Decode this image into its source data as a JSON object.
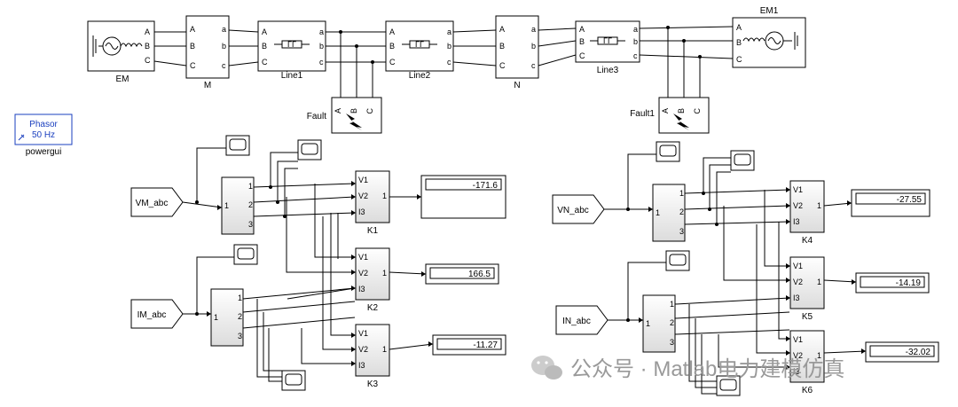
{
  "title": "",
  "powergui": {
    "line1": "Phasor",
    "line2": "50 Hz",
    "name": "powergui"
  },
  "blocks": {
    "em": "EM",
    "em1": "EM1",
    "m": "M",
    "n": "N",
    "line1": "Line1",
    "line2": "Line2",
    "line3": "Line3",
    "fault": "Fault",
    "fault1": "Fault1"
  },
  "ports": {
    "a_up": "A",
    "b_up": "B",
    "c_up": "C",
    "a_lo": "a",
    "b_lo": "b",
    "c_lo": "c"
  },
  "gotos": {
    "vm": "VM_abc",
    "im": "IM_abc",
    "vn": "VN_abc",
    "in": "IN_abc"
  },
  "demux_ports": {
    "in": "1",
    "o1": "1",
    "o2": "2",
    "o3": "3"
  },
  "calc_ports": {
    "v1": "V1",
    "v2": "V2",
    "i3": "I3",
    "out": "1"
  },
  "calc_blocks": [
    {
      "name": "K1",
      "value": "-171.6"
    },
    {
      "name": "K2",
      "value": "166.5"
    },
    {
      "name": "K3",
      "value": "-11.27"
    },
    {
      "name": "K4",
      "value": "-27.55"
    },
    {
      "name": "K5",
      "value": "-14.19"
    },
    {
      "name": "K6",
      "value": "-32.02"
    }
  ],
  "watermark": "公众号 · Matlab电力建模仿真",
  "colors": {
    "powergui_border": "#1a3fbf",
    "powergui_text": "#1a3fbf",
    "watermark": "#999999"
  }
}
